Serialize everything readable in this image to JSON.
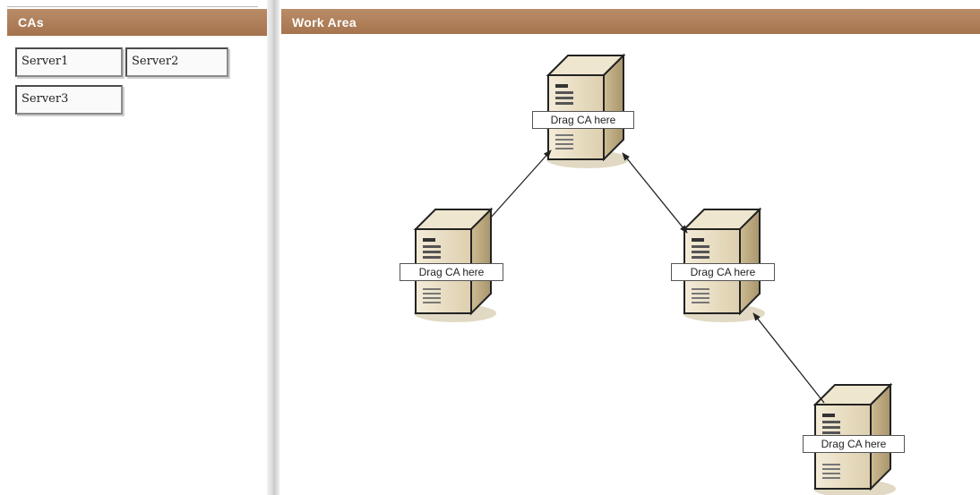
{
  "left_panel": {
    "header": "CAs",
    "items": [
      {
        "label": "Server1"
      },
      {
        "label": "Server2"
      },
      {
        "label": "Server3"
      }
    ]
  },
  "work_area": {
    "header": "Work Area",
    "targets": [
      {
        "label": "Drag CA here"
      },
      {
        "label": "Drag CA here"
      },
      {
        "label": "Drag CA here"
      },
      {
        "label": "Drag CA here"
      }
    ]
  },
  "colors": {
    "header_brown": "#a5734d",
    "server_beige": "#e8dcc0"
  },
  "icons": {
    "server": "server-tower-icon",
    "connection": "arrow-connector"
  }
}
